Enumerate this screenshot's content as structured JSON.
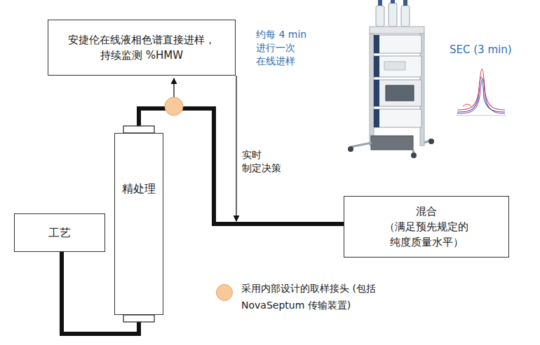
{
  "diagram": {
    "nodes": [
      {
        "text": [
          "安捷伦在线液相色谱直接进样， 持续监测 %HMW"
        ]
      },
      {
        "text": [
          "精处理"
        ]
      },
      {
        "text": [
          "工艺"
        ]
      },
      {
        "text": [
          "混合",
          "（满足预先规定的 纯度质量水平）"
        ]
      }
    ],
    "edges": [
      {
        "from": 2,
        "to": 1,
        "arrow": "none"
      },
      {
        "from": 1,
        "to": 3,
        "arrow": "none"
      }
    ],
    "labels": [
      "约每 4 min 进行一次 在线进样",
      "SEC (3 min)",
      "实时 制定决策"
    ],
    "legend": [
      {
        "text": "采用内部设计的取样接头 (包括 NovaSeptum 传输装置)",
        "color": "#f9c99a"
      }
    ]
  }
}
